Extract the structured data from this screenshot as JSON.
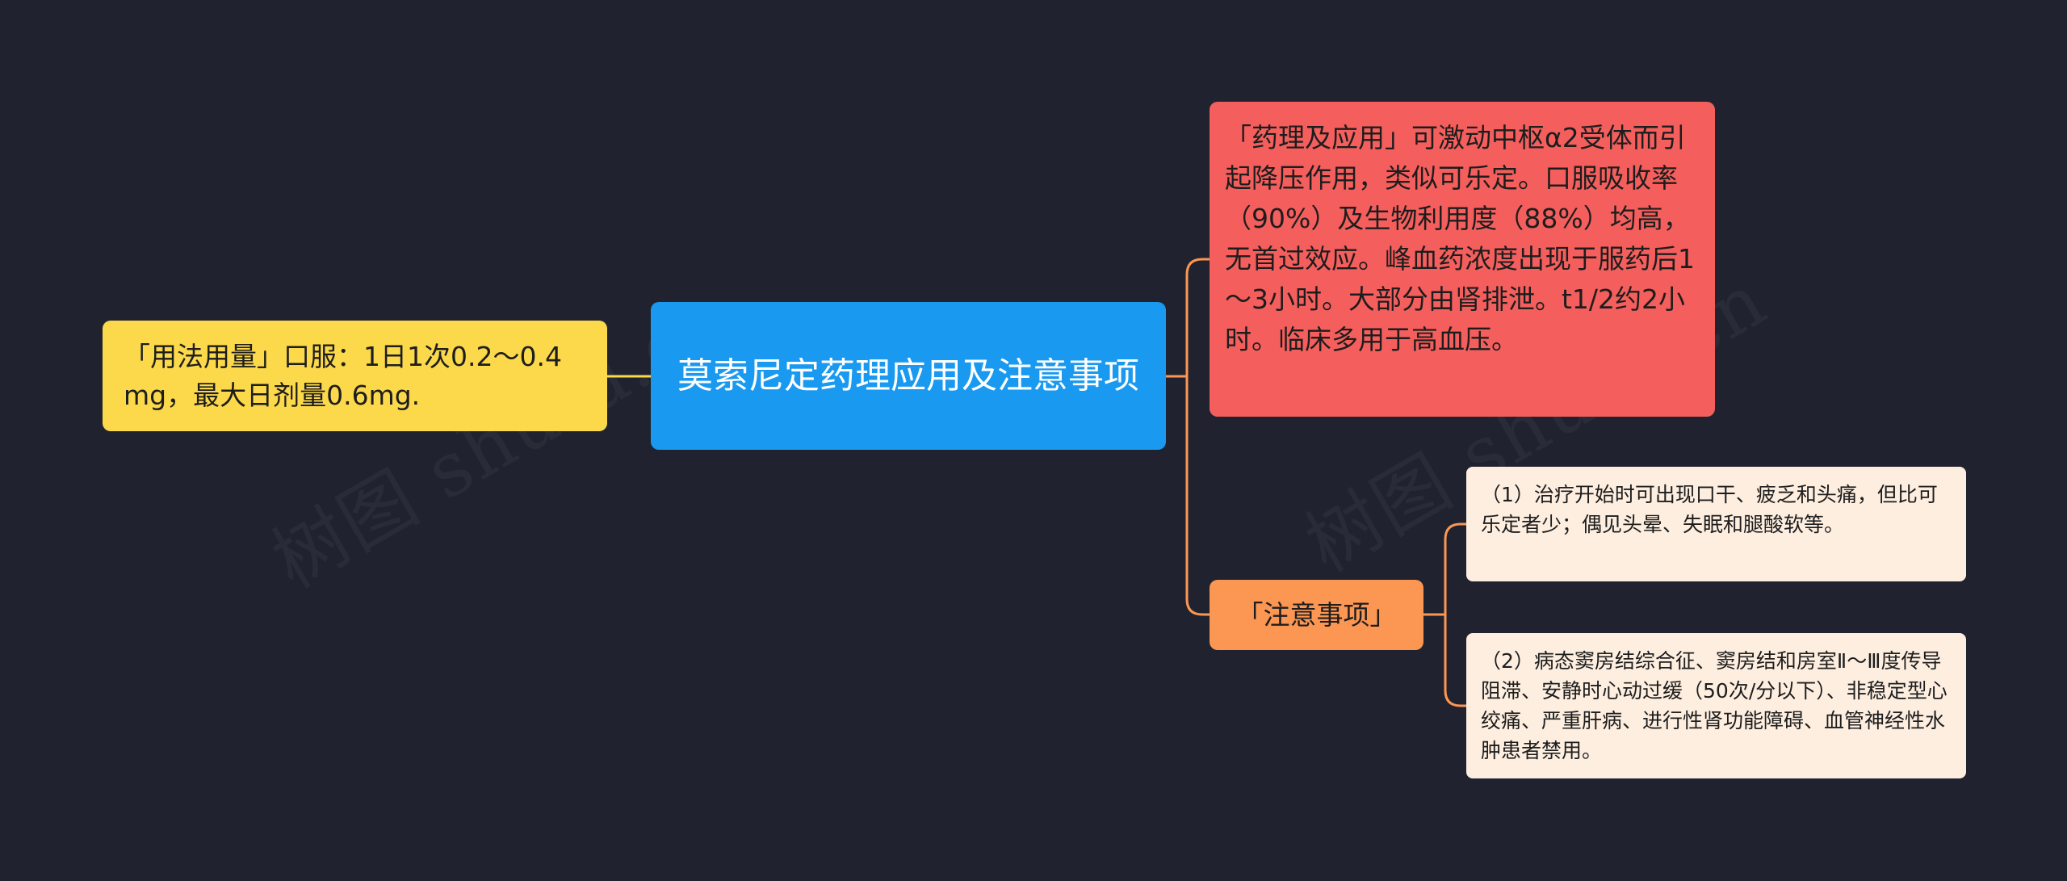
{
  "map": {
    "root": "莫索尼定药理应用及注意事项",
    "left_branch": "「用法用量」口服：1日1次0.2～0.4mg，最大日剂量0.6mg.",
    "right_branches": [
      {
        "text": "「药理及应用」可激动中枢α2受体而引起降压作用，类似可乐定。口服吸收率（90%）及生物利用度（88%）均高，无首过效应。峰血药浓度出现于服药后1～3小时。大部分由肾排泄。t1/2约2小时。临床多用于高血压。"
      },
      {
        "text": "「注意事项」",
        "children": [
          "（1）治疗开始时可出现口干、疲乏和头痛，但比可乐定者少；偶见头晕、失眠和腿酸软等。",
          "（2）病态窦房结综合征、窦房结和房室Ⅱ～Ⅲ度传导阻滞、安静时心动过缓（50次/分以下）、非稳定型心绞痛、严重肝病、进行性肾功能障碍、血管神经性水肿患者禁用。"
        ]
      }
    ]
  },
  "watermark": "树图 shutu.cn",
  "colors": {
    "background": "#20232f",
    "root": "#1a99f0",
    "left": "#fcd94a",
    "pharmacology": "#f45f5d",
    "precautions": "#fb9653",
    "leaf": "#fdeee0",
    "connector_left": "#fcd94a",
    "connector_right": "#fb9653"
  }
}
